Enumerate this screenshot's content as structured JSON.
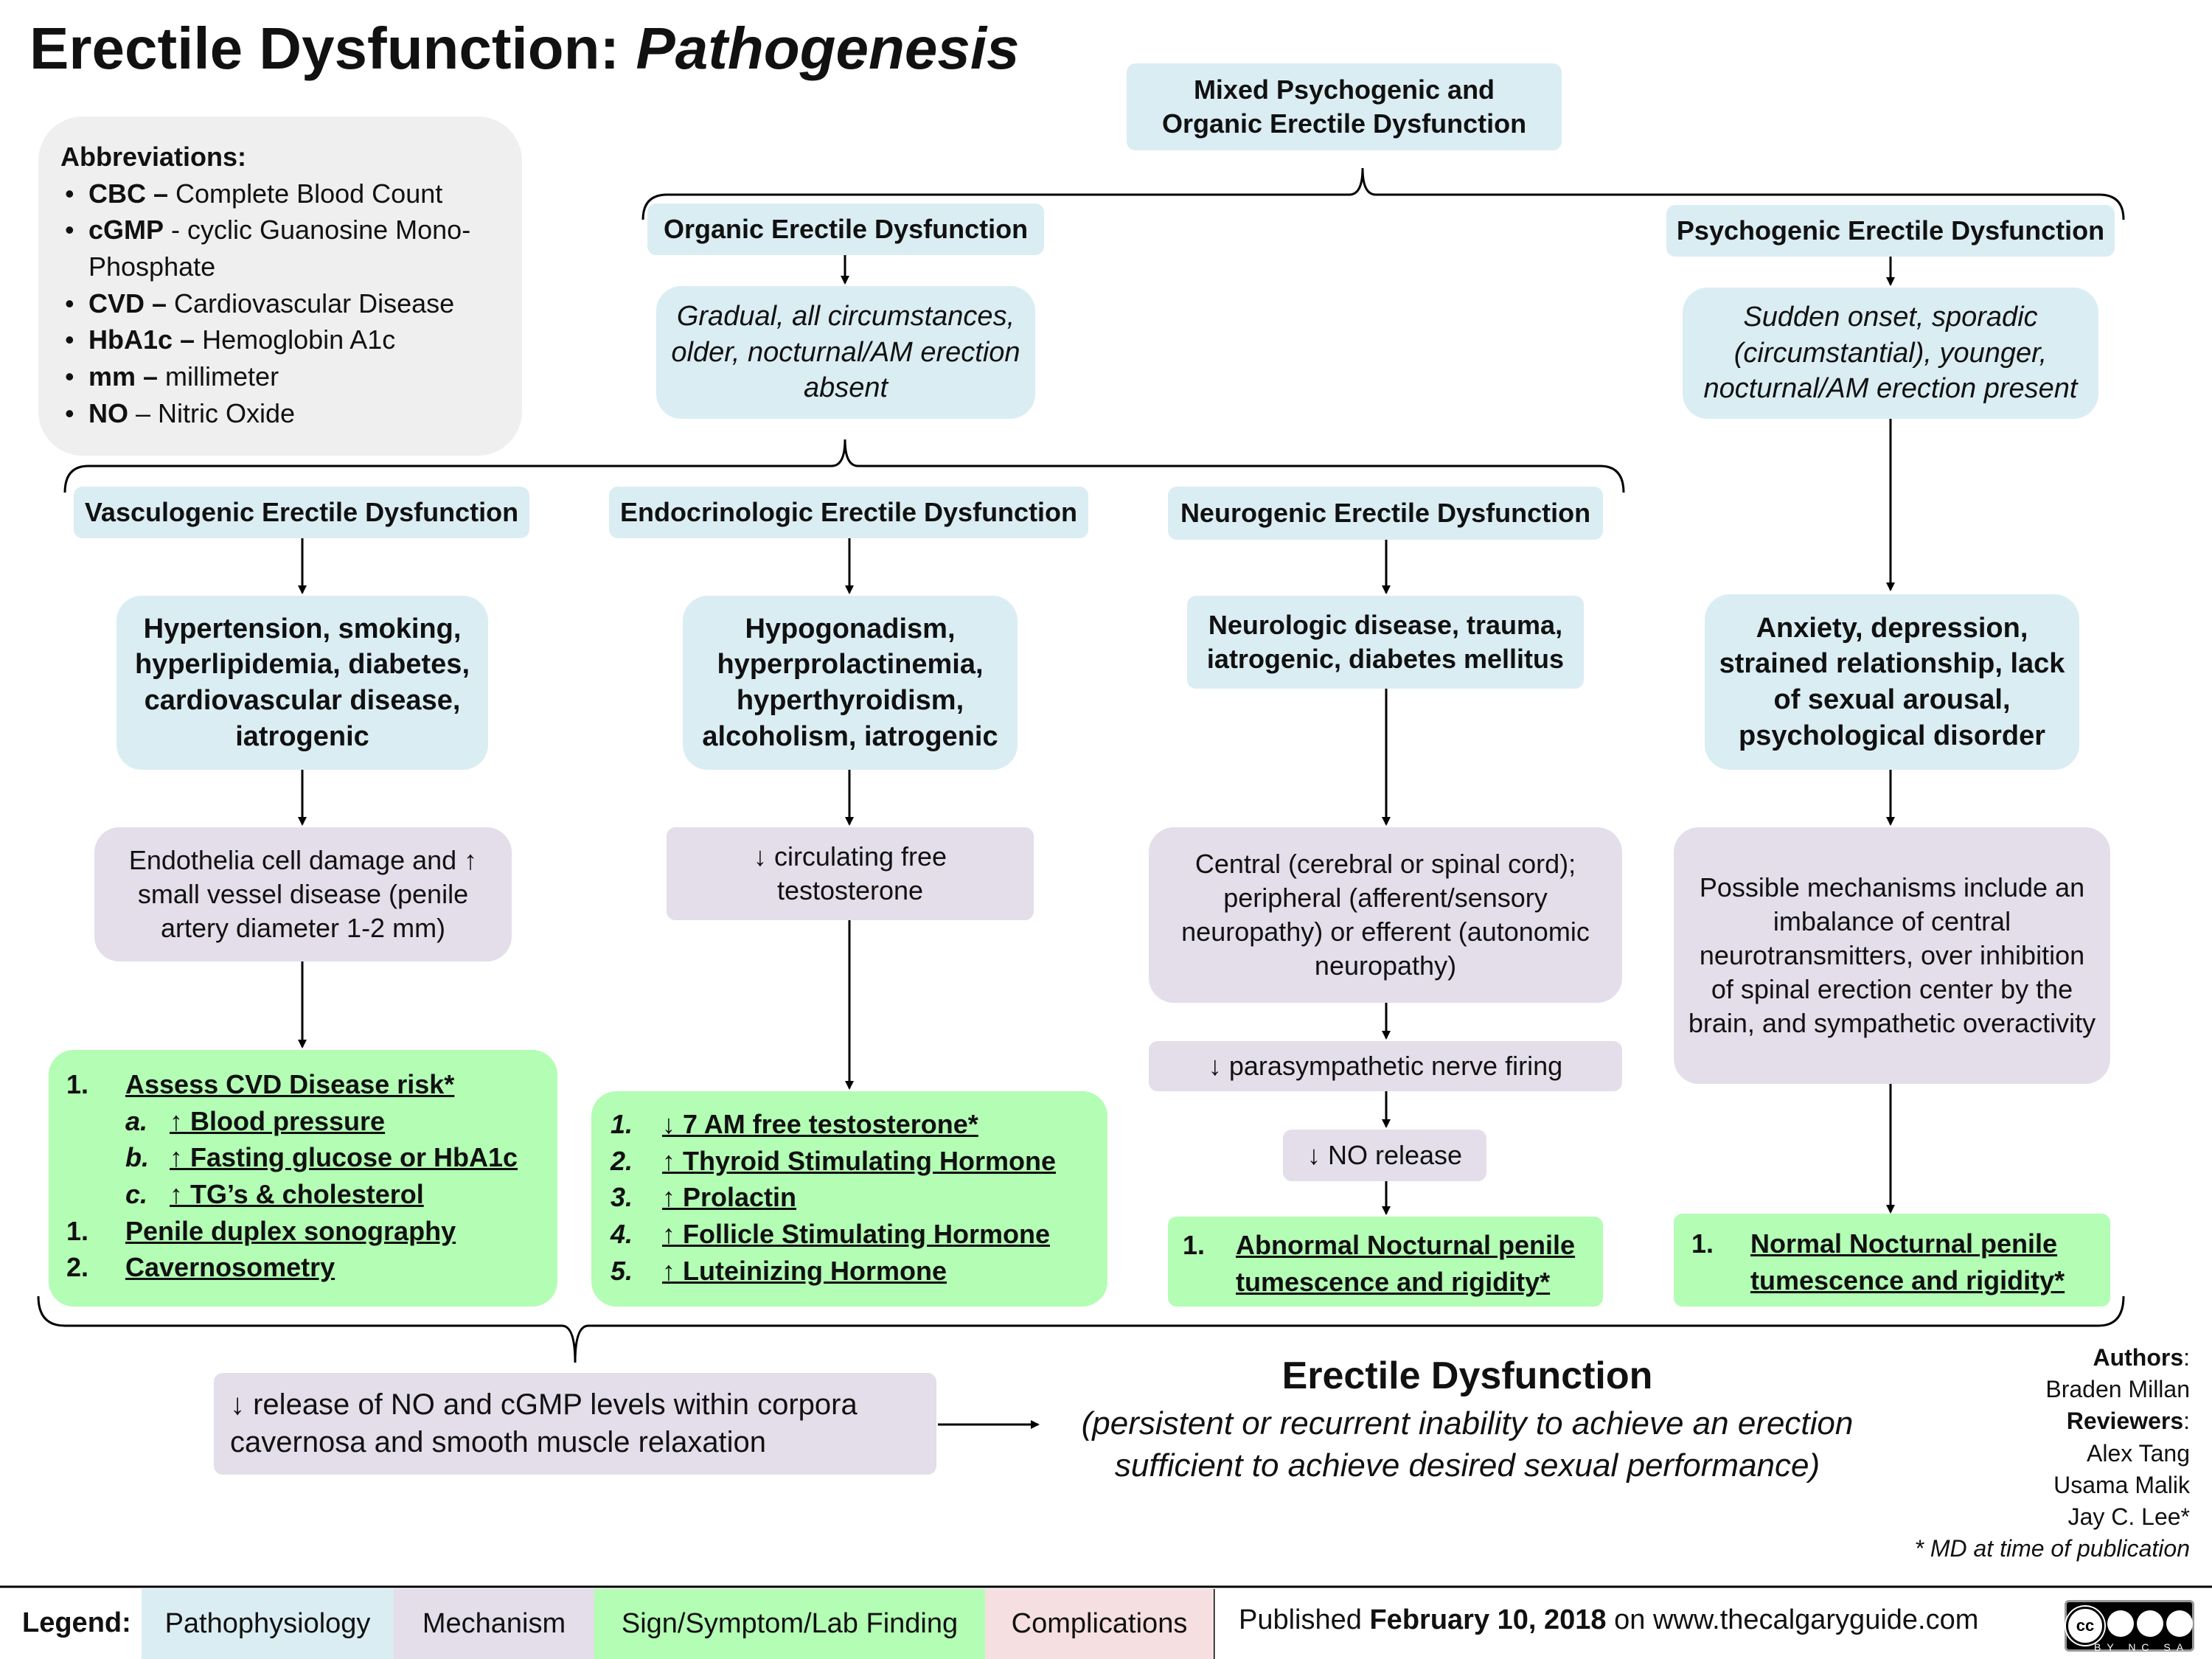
{
  "title": {
    "main": "Erectile Dysfunction:",
    "sub": "Pathogenesis"
  },
  "abbreviations": {
    "heading": "Abbreviations:",
    "items": [
      {
        "term": "CBC –",
        "def": " Complete Blood Count"
      },
      {
        "term": "cGMP",
        "def": " - cyclic Guanosine Mono-Phosphate"
      },
      {
        "term": "CVD –",
        "def": " Cardiovascular Disease"
      },
      {
        "term": "HbA1c –",
        "def": " Hemoglobin A1c"
      },
      {
        "term": "mm –",
        "def": " millimeter"
      },
      {
        "term": "NO",
        "def": " – Nitric Oxide"
      }
    ]
  },
  "mixed": "Mixed Psychogenic and Organic Erectile Dysfunction",
  "organic": {
    "header": "Organic Erectile Dysfunction",
    "desc": "Gradual, all circumstances, older, nocturnal/AM erection absent"
  },
  "psychogenic": {
    "header": "Psychogenic Erectile Dysfunction",
    "desc": "Sudden onset, sporadic (circumstantial), younger, nocturnal/AM erection present",
    "causes": "Anxiety, depression, strained relationship, lack of sexual arousal, psychological disorder",
    "mechanism": "Possible mechanisms include an imbalance of central neurotransmitters, over inhibition of spinal erection center by the brain, and sympathetic overactivity",
    "finding": {
      "num": "1.",
      "text": "Normal Nocturnal penile tumescence and rigidity*"
    }
  },
  "vasculogenic": {
    "header": "Vasculogenic Erectile Dysfunction",
    "causes": "Hypertension, smoking, hyperlipidemia, diabetes, cardiovascular disease, iatrogenic",
    "mechanism": "Endothelia cell damage and ↑ small vessel disease (penile artery diameter 1-2 mm)",
    "findings": [
      {
        "num": "1.",
        "text": "Assess CVD Disease risk*"
      },
      {
        "num": "a.",
        "text": "↑  Blood pressure",
        "sub": true
      },
      {
        "num": "b.",
        "text": "↑ Fasting glucose or HbA1c",
        "sub": true
      },
      {
        "num": "c.",
        "text": "↑ TG’s & cholesterol",
        "sub": true
      },
      {
        "num": "1.",
        "text": "Penile duplex sonography"
      },
      {
        "num": "2.",
        "text": "Cavernosometry"
      }
    ]
  },
  "endocrinologic": {
    "header": "Endocrinologic Erectile Dysfunction",
    "causes": "Hypogonadism, hyperprolactinemia, hyperthyroidism, alcoholism, iatrogenic",
    "mechanism": "↓ circulating free testosterone",
    "findings": [
      {
        "num": "1.",
        "text": "↓ 7 AM free testosterone*"
      },
      {
        "num": "2.",
        "text": "↑ Thyroid Stimulating Hormone"
      },
      {
        "num": "3.",
        "text": "↑ Prolactin"
      },
      {
        "num": "4.",
        "text": "↑ Follicle Stimulating Hormone"
      },
      {
        "num": "5.",
        "text": "↑ Luteinizing Hormone"
      }
    ]
  },
  "neurogenic": {
    "header": "Neurogenic Erectile Dysfunction",
    "causes": "Neurologic disease, trauma, iatrogenic, diabetes mellitus",
    "mechanism": "Central (cerebral or spinal cord); peripheral (afferent/sensory neuropathy) or efferent (autonomic neuropathy)",
    "mech2": "↓ parasympathetic nerve firing",
    "mech3": "↓ NO release",
    "finding": {
      "num": "1.",
      "text": "Abnormal Nocturnal penile tumescence and rigidity*"
    }
  },
  "common_mechanism": "↓ release of NO and cGMP levels within corpora cavernosa and smooth muscle relaxation",
  "outcome": {
    "title": "Erectile Dysfunction",
    "definition": "(persistent or recurrent inability to achieve an erection sufficient to achieve desired sexual performance)"
  },
  "credits": {
    "authors_label": "Authors",
    "authors": [
      "Braden Millan"
    ],
    "reviewers_label": "Reviewers",
    "reviewers": [
      "Alex Tang",
      "Usama Malik",
      "Jay C. Lee*"
    ],
    "note": "* MD at time of publication"
  },
  "legend": {
    "label": "Legend:",
    "items": [
      {
        "label": "Pathophysiology",
        "color": "#daedf3"
      },
      {
        "label": "Mechanism",
        "color": "#e3deea"
      },
      {
        "label": "Sign/Symptom/Lab Finding",
        "color": "#b3fdb4"
      },
      {
        "label": "Complications",
        "color": "#f5dfe0"
      }
    ],
    "published_prefix": "Published ",
    "published_date": "February 10, 2018",
    "published_suffix": " on www.thecalgaryguide.com",
    "license": "BY NC SA"
  }
}
